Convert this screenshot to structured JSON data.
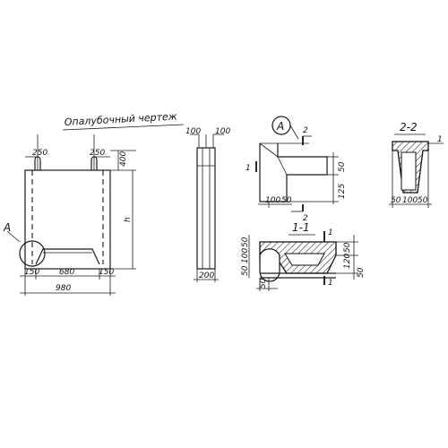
{
  "title": "Опалубочный чертеж",
  "callout_mark": "A",
  "callout_detail": "A",
  "section_1_1": "1-1",
  "section_2_2": "2-2",
  "front": {
    "dim_total_width": "980",
    "dim_inner": "680",
    "dim_left": "150",
    "dim_right": "150",
    "dim_hook_left": "250",
    "dim_hook_right": "250",
    "dim_top": "400",
    "dim_height": "h"
  },
  "side": {
    "dim_top_a": "100",
    "dim_top_b": "100",
    "dim_bottom": "200"
  },
  "detail_a": {
    "cut_top": "2",
    "cut_bottom": "2",
    "cut_side": "1",
    "dim_100": "100",
    "dim_50": "50",
    "dim_r50": "50",
    "dim_125": "125"
  },
  "sec_11": {
    "m1": "1",
    "m2": "1",
    "left_50a": "50",
    "left_100": "100",
    "left_50b": "50",
    "right_50a": "50",
    "right_120": "120",
    "right_50b": "50",
    "bottom_50": "50"
  },
  "sec_22": {
    "mark": "1",
    "dim_50a": "50",
    "dim_100": "100",
    "dim_50b": "50"
  }
}
